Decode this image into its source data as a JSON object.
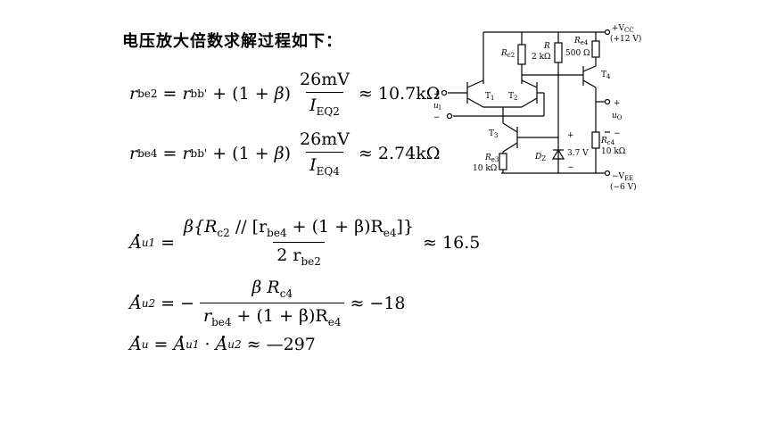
{
  "heading": "电压放大倍数求解过程如下：",
  "eq1": {
    "lhs_var": "r",
    "lhs_sub": "be2",
    "rbb_var": "r",
    "rbb_sub": "bb'",
    "plus_one": "+ (1 +",
    "beta": "β",
    "close": ")",
    "num": "26mV",
    "den_var": "I",
    "den_sub": "EQ2",
    "result": "≈ 10.7kΩ"
  },
  "eq2": {
    "lhs_var": "r",
    "lhs_sub": "be4",
    "rbb_var": "r",
    "rbb_sub": "bb'",
    "plus_one": "+ (1 +",
    "beta": "β",
    "close": ")",
    "num": "26mV",
    "den_var": "I",
    "den_sub": "EQ4",
    "result": "≈ 2.74kΩ"
  },
  "eq3": {
    "lhs_var": "A",
    "lhs_sub": "u1",
    "num_text": "β{R",
    "num_rc2_sub": "c2",
    "num_par": " // [r",
    "num_rbe4_sub": "be4",
    "num_mid": " + (1 + β)R",
    "num_re4_sub": "e4",
    "num_end": "]}",
    "den_text": "2 r",
    "den_sub": "be2",
    "result": "≈ 16.5"
  },
  "eq4": {
    "lhs_var": "A",
    "lhs_sub": "u2",
    "neg": "= −",
    "num_text": "β R",
    "num_sub": "c4",
    "den_r": "r",
    "den_rsub": "be4",
    "den_mid": " + (1 + β)R",
    "den_esub": "e4",
    "result": "≈ −18"
  },
  "eq5": {
    "lhs_var": "A",
    "lhs_sub": "u",
    "a1_var": "A",
    "a1_sub": "u1",
    "dot": "·",
    "a2_var": "A",
    "a2_sub": "u2",
    "result": "≈ —297"
  },
  "circuit": {
    "vcc_label": "+V",
    "vcc_sub": "CC",
    "vcc_value": "(+12 V)",
    "vee_label": "−V",
    "vee_sub": "EE",
    "vee_value": "(−6 V)",
    "rc2_label": "R",
    "rc2_sub": "c2",
    "r_label": "R",
    "r_value": "2 kΩ",
    "re4_top_label": "R",
    "re4_top_sub": "e4",
    "re4_top_value": "500 Ω",
    "t1": "T",
    "t1_sub": "1",
    "t2": "T",
    "t2_sub": "2",
    "t3": "T",
    "t3_sub": "3",
    "t4": "T",
    "t4_sub": "4",
    "ui_plus": "+",
    "ui_label": "u",
    "ui_sub": "I",
    "ui_minus": "−",
    "uo_plus": "+",
    "uo_label": "u",
    "uo_sub": "O",
    "uo_minus": "−",
    "re3_label": "R",
    "re3_sub": "e3",
    "re3_value": "10 kΩ",
    "dz_label": "D",
    "dz_sub": "Z",
    "dz_value": "3.7 V",
    "dz_plus": "+",
    "dz_minus": "−",
    "rc4_label": "R",
    "rc4_sub": "c4",
    "rc4_value": "10 kΩ"
  }
}
